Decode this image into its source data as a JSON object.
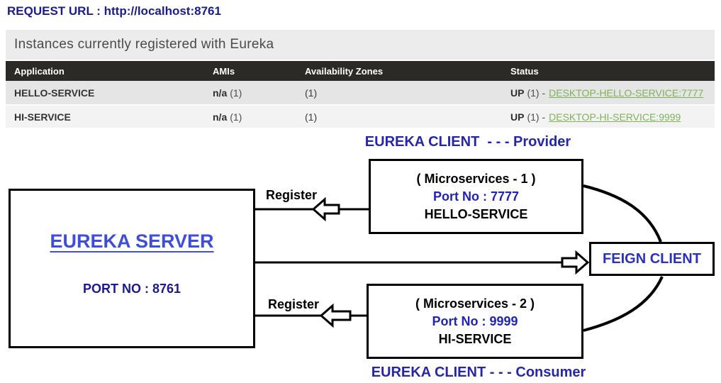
{
  "request_url": "REQUEST URL : http://localhost:8761",
  "table": {
    "title": "Instances currently registered with Eureka",
    "columns": [
      "Application",
      "AMIs",
      "Availability Zones",
      "Status"
    ],
    "rows": [
      {
        "app": "HELLO-SERVICE",
        "amis_strong": "n/a",
        "amis_rest": "(1)",
        "zone": "(1)",
        "status_strong": "UP",
        "status_rest": "(1) -",
        "status_link": "DESKTOP-HELLO-SERVICE:7777"
      },
      {
        "app": "HI-SERVICE",
        "amis_strong": "n/a",
        "amis_rest": "(1)",
        "zone": "(1)",
        "status_strong": "UP",
        "status_rest": "(1) -",
        "status_link": "DESKTOP-HI-SERVICE:9999"
      }
    ]
  },
  "diagram": {
    "provider_label": "EUREKA CLIENT  - - - Provider",
    "consumer_label": "EUREKA CLIENT - - - Consumer",
    "server": {
      "title": "EUREKA SERVER",
      "port": "PORT NO : 8761"
    },
    "microservice1": {
      "line1": "( Microservices - 1 )",
      "line2": "Port No : 7777",
      "line3": "HELLO-SERVICE"
    },
    "microservice2": {
      "line1": "( Microservices - 2 )",
      "line2": "Port No : 9999",
      "line3": "HI-SERVICE"
    },
    "feign": "FEIGN CLIENT",
    "register_top": "Register",
    "register_bottom": "Register"
  },
  "colors": {
    "navy_text": "#1a1a8c",
    "server_title_blue": "#3d4ed8",
    "port_blue": "#1f24b4",
    "client_label_blue": "#2527a8",
    "feign_blue": "#2a30c0",
    "link_green": "#7fb25a",
    "table_header_bg": "#2b2a27",
    "title_band_bg": "#ececec",
    "row_odd_bg": "#e5e5e5",
    "row_even_bg": "#f3f3f3"
  }
}
